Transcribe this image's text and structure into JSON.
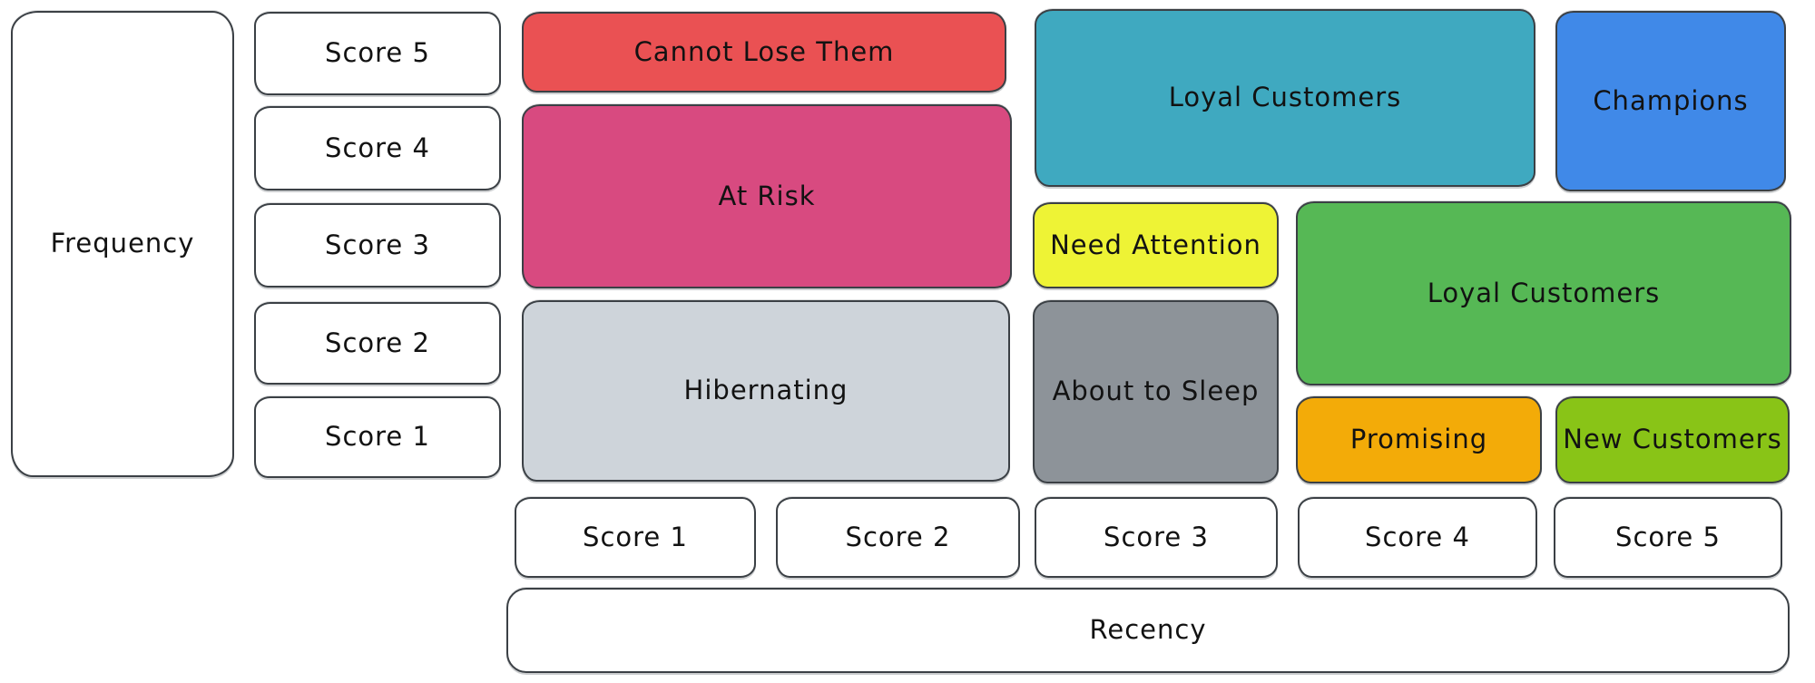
{
  "diagram_type": "rfm-segmentation-grid",
  "axes": {
    "frequency_label": "Frequency",
    "recency_label": "Recency"
  },
  "frequency_scores": [
    {
      "label": "Score 5"
    },
    {
      "label": "Score 4"
    },
    {
      "label": "Score 3"
    },
    {
      "label": "Score 2"
    },
    {
      "label": "Score 1"
    }
  ],
  "recency_scores": [
    {
      "label": "Score 1"
    },
    {
      "label": "Score 2"
    },
    {
      "label": "Score 3"
    },
    {
      "label": "Score 4"
    },
    {
      "label": "Score 5"
    }
  ],
  "segments": [
    {
      "id": "cannot-lose-them",
      "label": "Cannot Lose Them",
      "color": "#ea5153"
    },
    {
      "id": "at-risk",
      "label": "At Risk",
      "color": "#d84a80"
    },
    {
      "id": "hibernating",
      "label": "Hibernating",
      "color": "#ced4da"
    },
    {
      "id": "loyal-customers-upper",
      "label": "Loyal Customers",
      "color": "#3fa9c0"
    },
    {
      "id": "champions",
      "label": "Champions",
      "color": "#4089e8"
    },
    {
      "id": "need-attention",
      "label": "Need Attention",
      "color": "#eef335"
    },
    {
      "id": "loyal-customers-right",
      "label": "Loyal Customers",
      "color": "#56b855"
    },
    {
      "id": "about-to-sleep",
      "label": "About to Sleep",
      "color": "#8d9399"
    },
    {
      "id": "promising",
      "label": "Promising",
      "color": "#f3ab08"
    },
    {
      "id": "new-customers",
      "label": "New Customers",
      "color": "#89c417"
    }
  ],
  "colors": {
    "outline": "#3b4045",
    "text": "#121212",
    "background": "#ffffff"
  }
}
